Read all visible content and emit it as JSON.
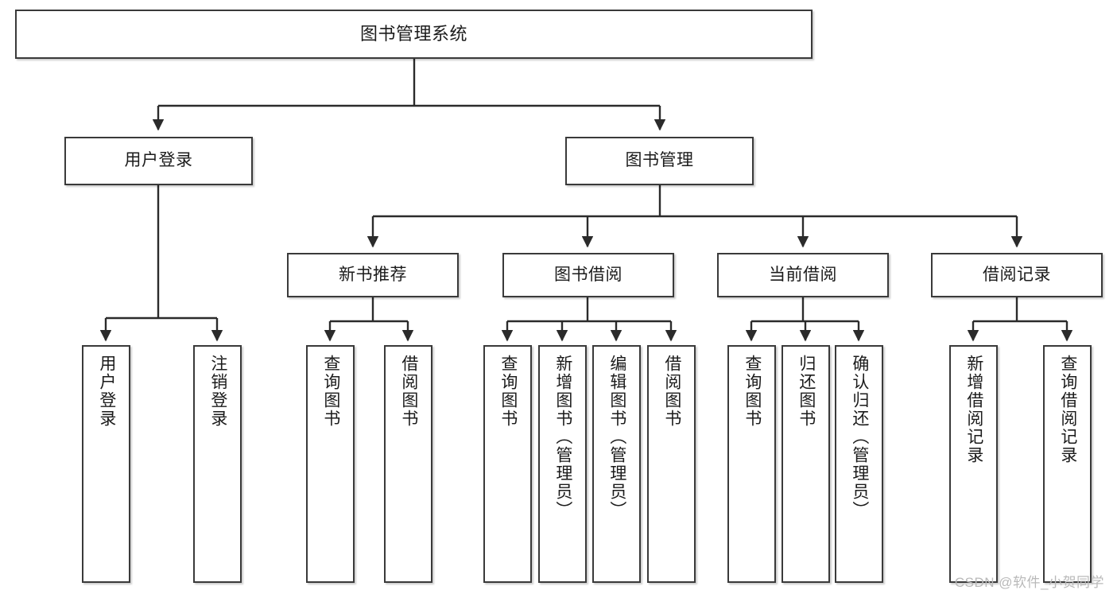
{
  "diagram": {
    "type": "tree",
    "title": "图书管理系统",
    "watermark": "CSDN @软件_小贺同学",
    "colors": {
      "box_border": "#3a3a3a",
      "box_fill": "#ffffff",
      "connector": "#2b2b2b",
      "text": "#1b1b1b",
      "watermark": "#b9b9b9"
    },
    "levels": {
      "root": [
        "图书管理系统"
      ],
      "level2": [
        "用户登录",
        "图书管理"
      ],
      "level3": [
        "新书推荐",
        "图书借阅",
        "当前借阅",
        "借阅记录"
      ],
      "leaves": [
        "用户登录",
        "注销登录",
        "查询图书",
        "借阅图书",
        "查询图书",
        "新增图书（管理员）",
        "编辑图书（管理员）",
        "借阅图书",
        "查询图书",
        "归还图书",
        "确认归还（管理员）",
        "新增借阅记录",
        "查询借阅记录"
      ]
    },
    "nodes": {
      "root": {
        "label": "图书管理系统"
      },
      "user_login": {
        "label": "用户登录"
      },
      "book_manage": {
        "label": "图书管理"
      },
      "new_book_rec": {
        "label": "新书推荐"
      },
      "book_borrow": {
        "label": "图书借阅"
      },
      "current_borrow": {
        "label": "当前借阅"
      },
      "borrow_record": {
        "label": "借阅记录"
      },
      "leaf_user_login": {
        "label": "用户登录"
      },
      "leaf_logout": {
        "label": "注销登录"
      },
      "leaf_query_book_1": {
        "label": "查询图书"
      },
      "leaf_borrow_book_1": {
        "label": "借阅图书"
      },
      "leaf_query_book_2": {
        "label": "查询图书"
      },
      "leaf_add_book": {
        "label": "新增图书（管理员）"
      },
      "leaf_edit_book": {
        "label": "编辑图书（管理员）"
      },
      "leaf_borrow_book_2": {
        "label": "借阅图书"
      },
      "leaf_query_book_3": {
        "label": "查询图书"
      },
      "leaf_return_book": {
        "label": "归还图书"
      },
      "leaf_confirm_return": {
        "label": "确认归还（管理员）"
      },
      "leaf_add_record": {
        "label": "新增借阅记录"
      },
      "leaf_query_record": {
        "label": "查询借阅记录"
      }
    }
  }
}
